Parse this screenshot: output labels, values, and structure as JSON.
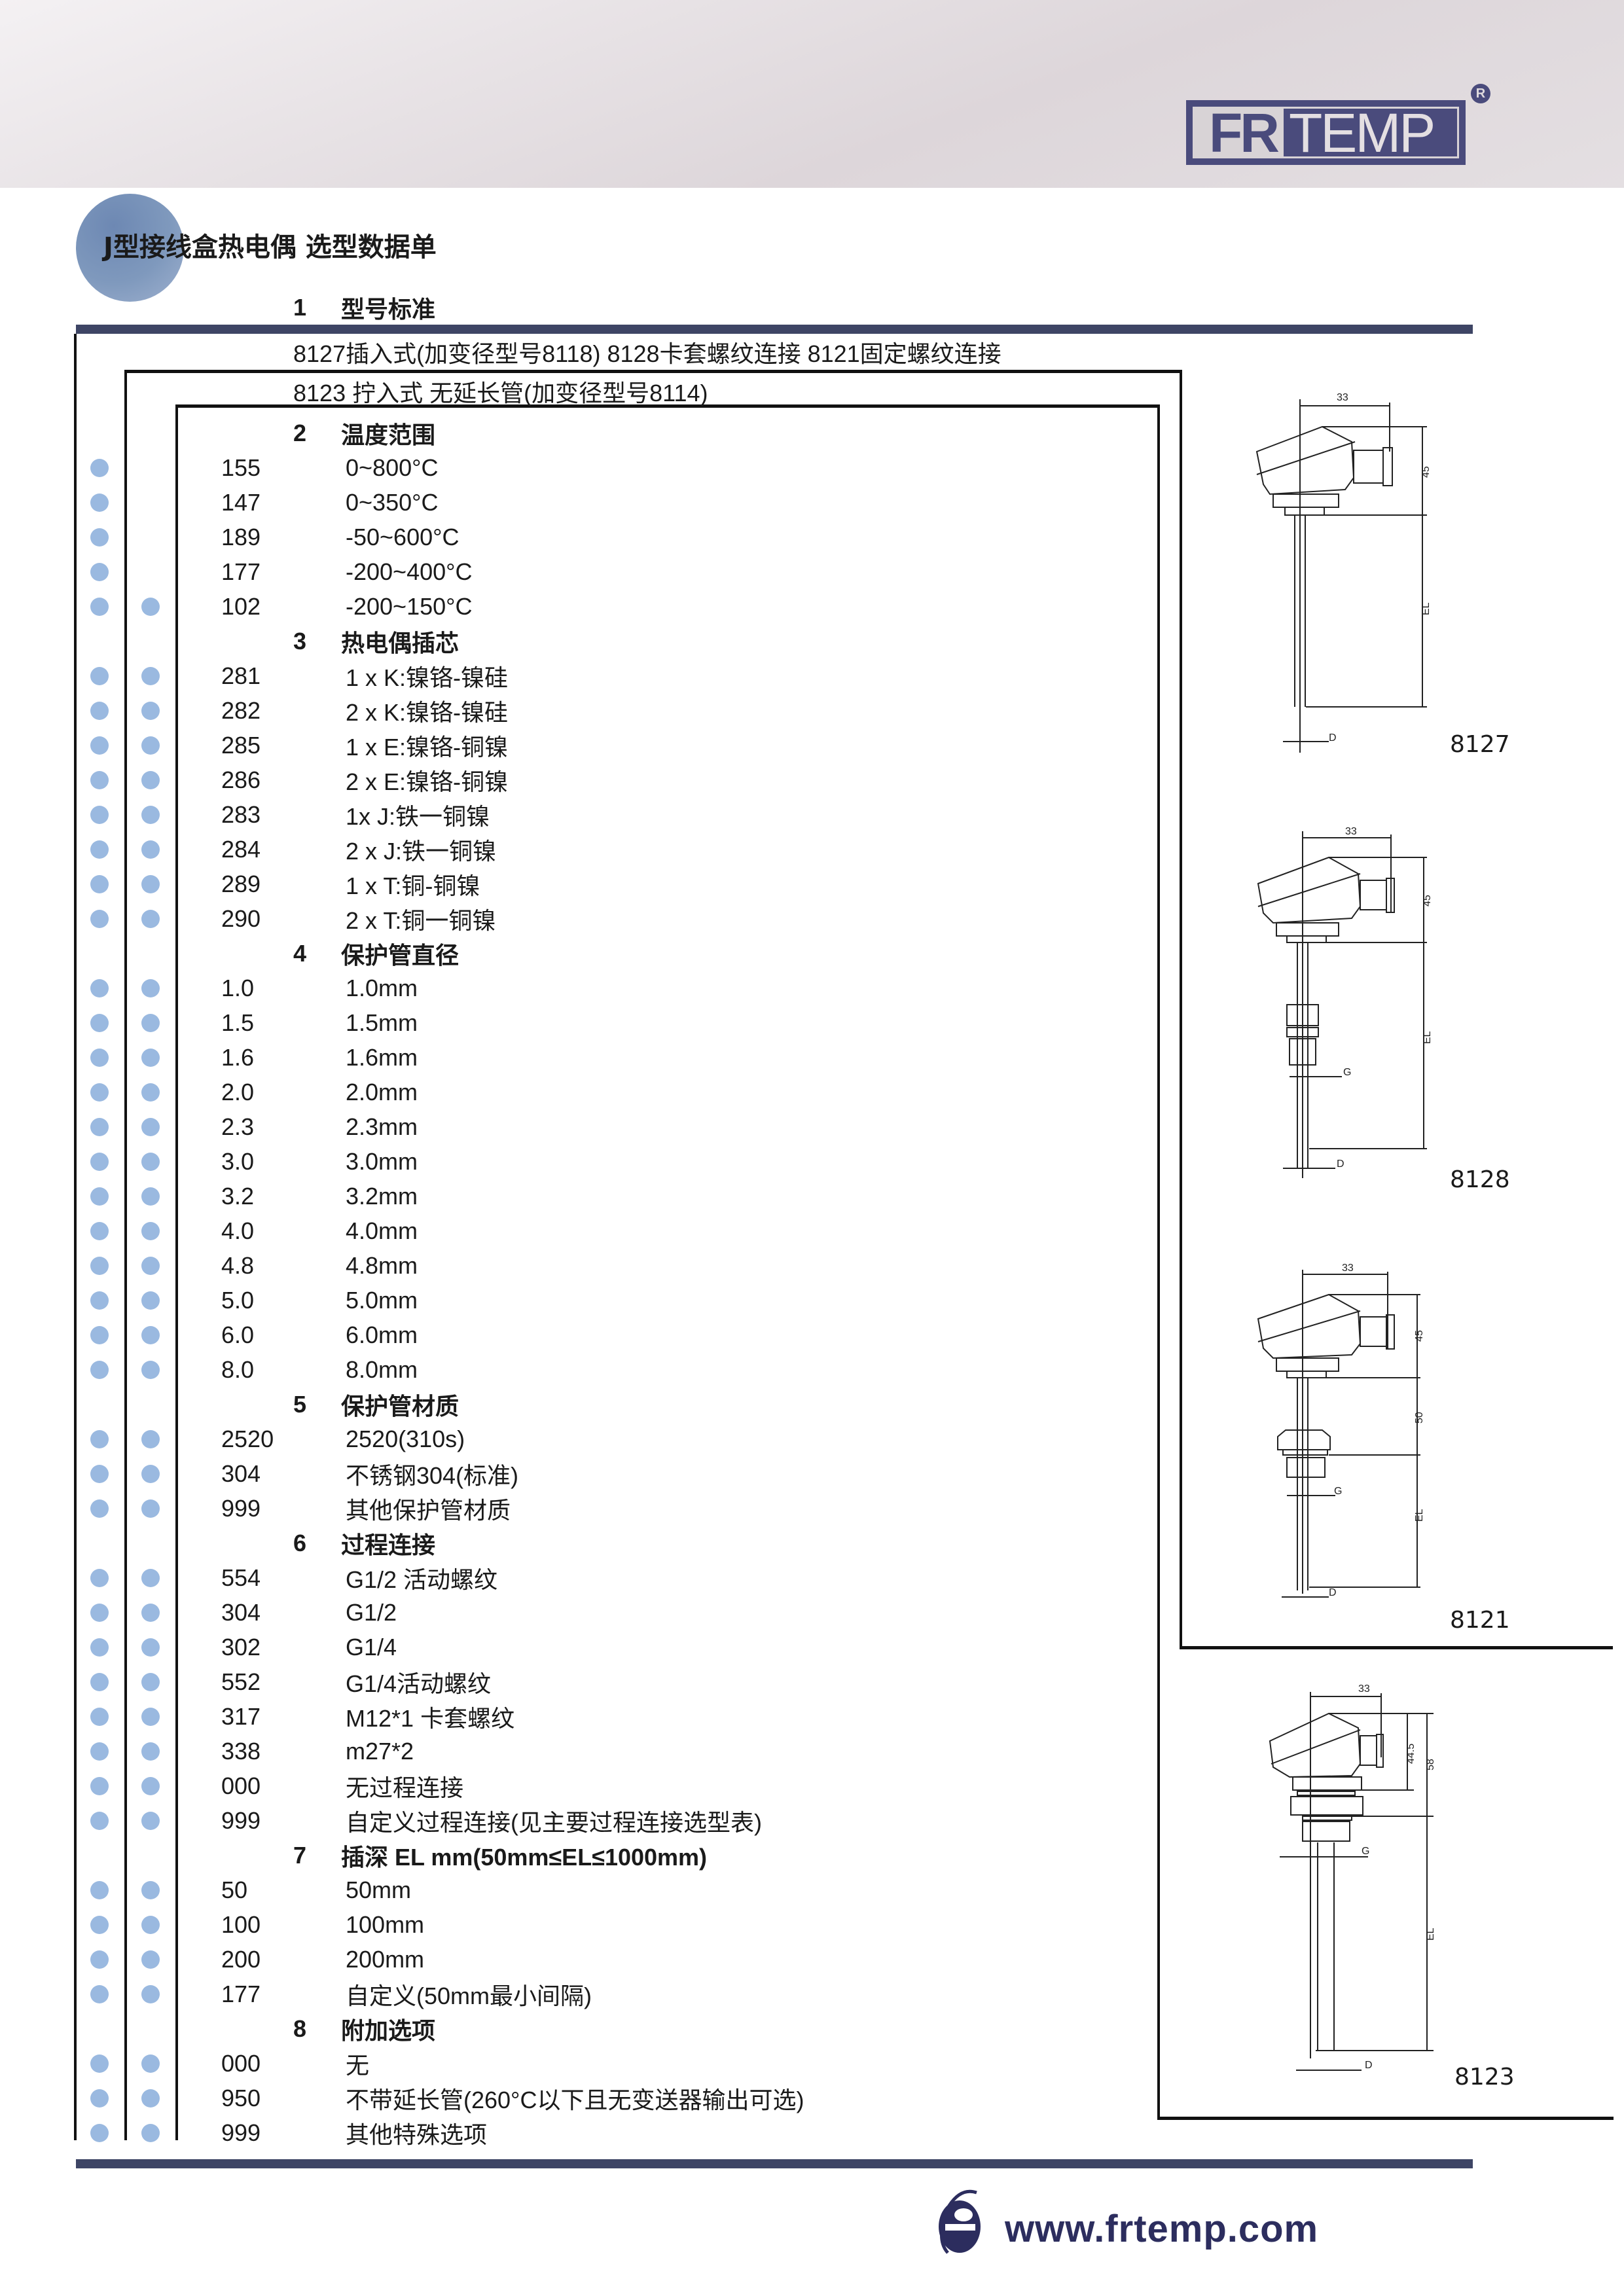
{
  "header": {
    "logo_fr": "FR",
    "logo_temp": "TEMP",
    "registered_mark": "R"
  },
  "title": "J型接线盒热电偶  选型数据单",
  "sections": {
    "s1": {
      "num": "1",
      "title": "型号标准",
      "lines": [
        "8127插入式(加变径型号8118)   8128卡套螺纹连接   8121固定螺纹连接",
        "8123 拧入式 无延长管(加变径型号8114)"
      ]
    },
    "s2": {
      "num": "2",
      "title": "温度范围",
      "items": [
        {
          "code": "155",
          "desc": "0~800°C"
        },
        {
          "code": "147",
          "desc": "0~350°C"
        },
        {
          "code": "189",
          "desc": "-50~600°C"
        },
        {
          "code": "177",
          "desc": "-200~400°C"
        },
        {
          "code": "102",
          "desc": "-200~150°C"
        }
      ]
    },
    "s3": {
      "num": "3",
      "title": "热电偶插芯",
      "items": [
        {
          "code": "281",
          "desc": "1 x K:镍铬-镍硅"
        },
        {
          "code": "282",
          "desc": "2 x K:镍铬-镍硅"
        },
        {
          "code": "285",
          "desc": "1 x E:镍铬-铜镍"
        },
        {
          "code": "286",
          "desc": "2 x E:镍铬-铜镍"
        },
        {
          "code": "283",
          "desc": "1x J:铁一铜镍"
        },
        {
          "code": "284",
          "desc": "2 x J:铁一铜镍"
        },
        {
          "code": "289",
          "desc": "1 x T:铜-铜镍"
        },
        {
          "code": "290",
          "desc": "2 x T:铜一铜镍"
        }
      ]
    },
    "s4": {
      "num": "4",
      "title": "保护管直径",
      "items": [
        {
          "code": "1.0",
          "desc": "1.0mm"
        },
        {
          "code": "1.5",
          "desc": "1.5mm"
        },
        {
          "code": "1.6",
          "desc": "1.6mm"
        },
        {
          "code": "2.0",
          "desc": "2.0mm"
        },
        {
          "code": "2.3",
          "desc": "2.3mm"
        },
        {
          "code": "3.0",
          "desc": "3.0mm"
        },
        {
          "code": "3.2",
          "desc": "3.2mm"
        },
        {
          "code": "4.0",
          "desc": "4.0mm"
        },
        {
          "code": "4.8",
          "desc": "4.8mm"
        },
        {
          "code": "5.0",
          "desc": "5.0mm"
        },
        {
          "code": "6.0",
          "desc": "6.0mm"
        },
        {
          "code": "8.0",
          "desc": "8.0mm"
        }
      ]
    },
    "s5": {
      "num": "5",
      "title": "保护管材质",
      "items": [
        {
          "code": "2520",
          "desc": " 2520(310s)"
        },
        {
          "code": "304",
          "desc": "不锈钢304(标准)"
        },
        {
          "code": "999",
          "desc": "其他保护管材质"
        }
      ]
    },
    "s6": {
      "num": "6",
      "title": "过程连接",
      "items": [
        {
          "code": "554",
          "desc": "G1/2 活动螺纹"
        },
        {
          "code": "304",
          "desc": "G1/2"
        },
        {
          "code": "302",
          "desc": "G1/4"
        },
        {
          "code": "552",
          "desc": "G1/4活动螺纹"
        },
        {
          "code": "317",
          "desc": "M12*1 卡套螺纹"
        },
        {
          "code": "338",
          "desc": "m27*2"
        },
        {
          "code": "000",
          "desc": "无过程连接"
        },
        {
          "code": "999",
          "desc": "自定义过程连接(见主要过程连接选型表)"
        }
      ]
    },
    "s7": {
      "num": "7",
      "title": "插深 EL mm(50mm≤EL≤1000mm)",
      "items": [
        {
          "code": "50",
          "desc": "50mm"
        },
        {
          "code": "100",
          "desc": "100mm"
        },
        {
          "code": "200",
          "desc": "200mm"
        },
        {
          "code": "177",
          "desc": "自定义(50mm最小间隔)"
        }
      ]
    },
    "s8": {
      "num": "8",
      "title": "附加选项",
      "items": [
        {
          "code": "000",
          "desc": "无"
        },
        {
          "code": "950",
          "desc": "不带延长管(260°C以下且无变送器输出可选)"
        },
        {
          "code": "999",
          "desc": "其他特殊选项"
        }
      ]
    }
  },
  "drawings": [
    {
      "model": "8127",
      "dim_width": "33",
      "dim_head": "45",
      "dim_el": "EL",
      "dim_d": "D"
    },
    {
      "model": "8128",
      "dim_width": "33",
      "dim_head": "45",
      "dim_el": "EL",
      "dim_g": "G",
      "dim_d": "D"
    },
    {
      "model": "8121",
      "dim_width": "33",
      "dim_head": "45",
      "dim_ext": "50",
      "dim_el": "EL",
      "dim_g": "G",
      "dim_d": "D"
    },
    {
      "model": "8123",
      "dim_width": "33",
      "dim_head": "44.5",
      "dim_total": "58",
      "dim_el": "EL",
      "dim_g": "G",
      "dim_d": "D"
    }
  ],
  "footer": {
    "url": "www.frtemp.com"
  },
  "colors": {
    "bar": "#3e4565",
    "dot": "#9ab9e0",
    "logo": "#4a4b7c"
  }
}
